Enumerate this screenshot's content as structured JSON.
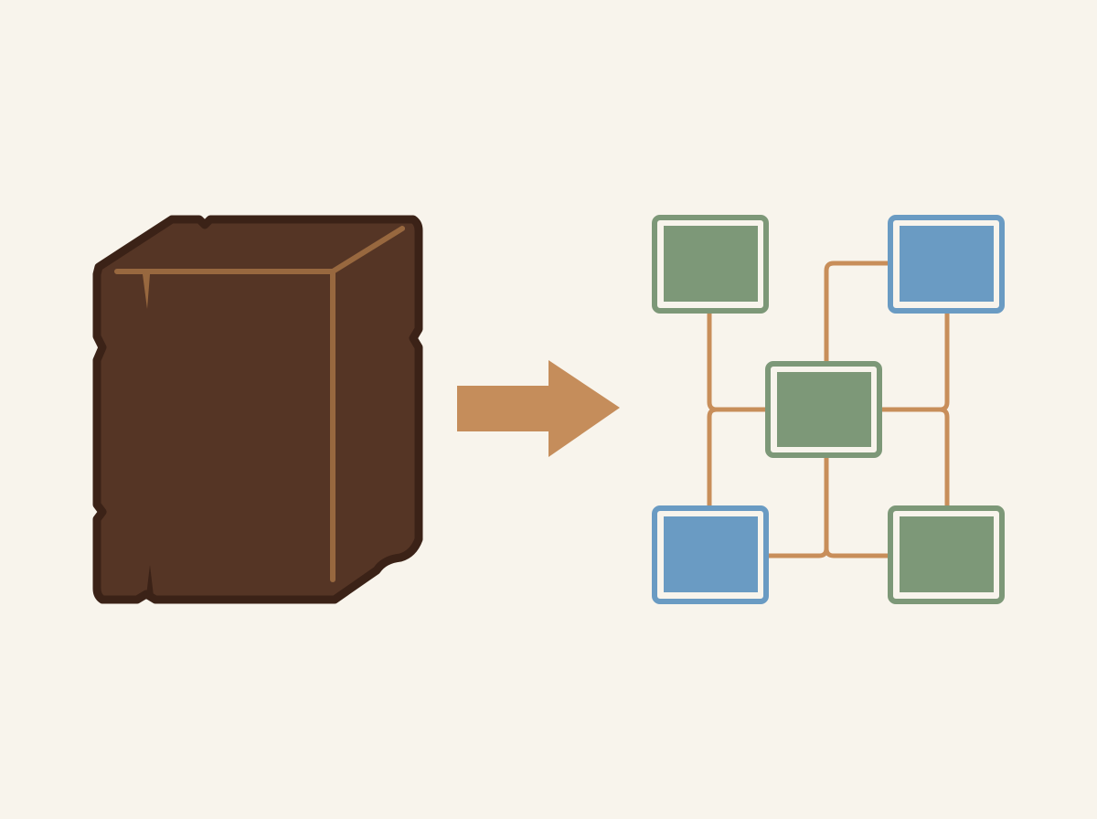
{
  "colors": {
    "background": "#f8f4ec",
    "block_fill": "#553525",
    "block_outline": "#3b2217",
    "block_edge": "#98683f",
    "arrow": "#c58d5b",
    "connector": "#c88e5a",
    "green_node_fill": "#7d9878",
    "green_node_border": "#7d9878",
    "blue_node_fill": "#6a9bc3",
    "blue_node_border": "#6a9bc3",
    "node_inner_line": "#ffffff"
  },
  "icons": {
    "source": "monolithic-block-icon",
    "transition": "arrow-right-icon",
    "target": "modular-network-icon"
  },
  "nodes": [
    {
      "name": "node-top-left",
      "color": "green"
    },
    {
      "name": "node-top-right",
      "color": "blue"
    },
    {
      "name": "node-center",
      "color": "green"
    },
    {
      "name": "node-bottom-left",
      "color": "blue"
    },
    {
      "name": "node-bottom-right",
      "color": "green"
    }
  ]
}
